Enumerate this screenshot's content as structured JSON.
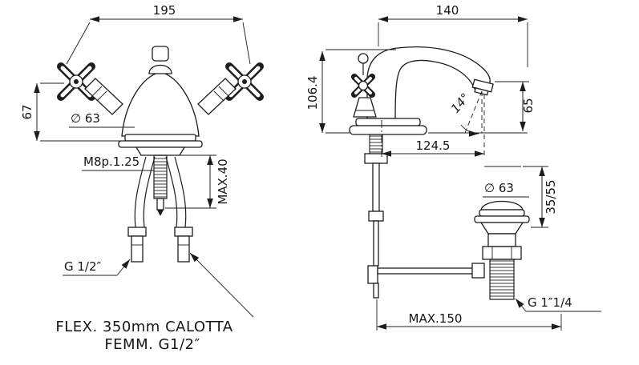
{
  "front_view": {
    "dim_width": "195",
    "dim_height": "67",
    "dim_base_diameter": "∅ 63",
    "dim_thread": "M8p.1.25",
    "dim_stud_max": "MAX.40",
    "dim_hose_thread": "G  1/2″",
    "note_line1": "FLEX.  350mm  CALOTTA",
    "note_line2": "FEMM.  G1/2″"
  },
  "side_view": {
    "dim_width": "140",
    "dim_height": "106.4",
    "dim_spout_height": "65",
    "dim_spray_angle": "14°",
    "dim_spout_reach": "124.5",
    "dim_drain_diameter": "∅ 63",
    "dim_plug_travel": "35/55",
    "dim_drain_thread": "G  1″1/4",
    "dim_max_reach": "MAX.150"
  }
}
